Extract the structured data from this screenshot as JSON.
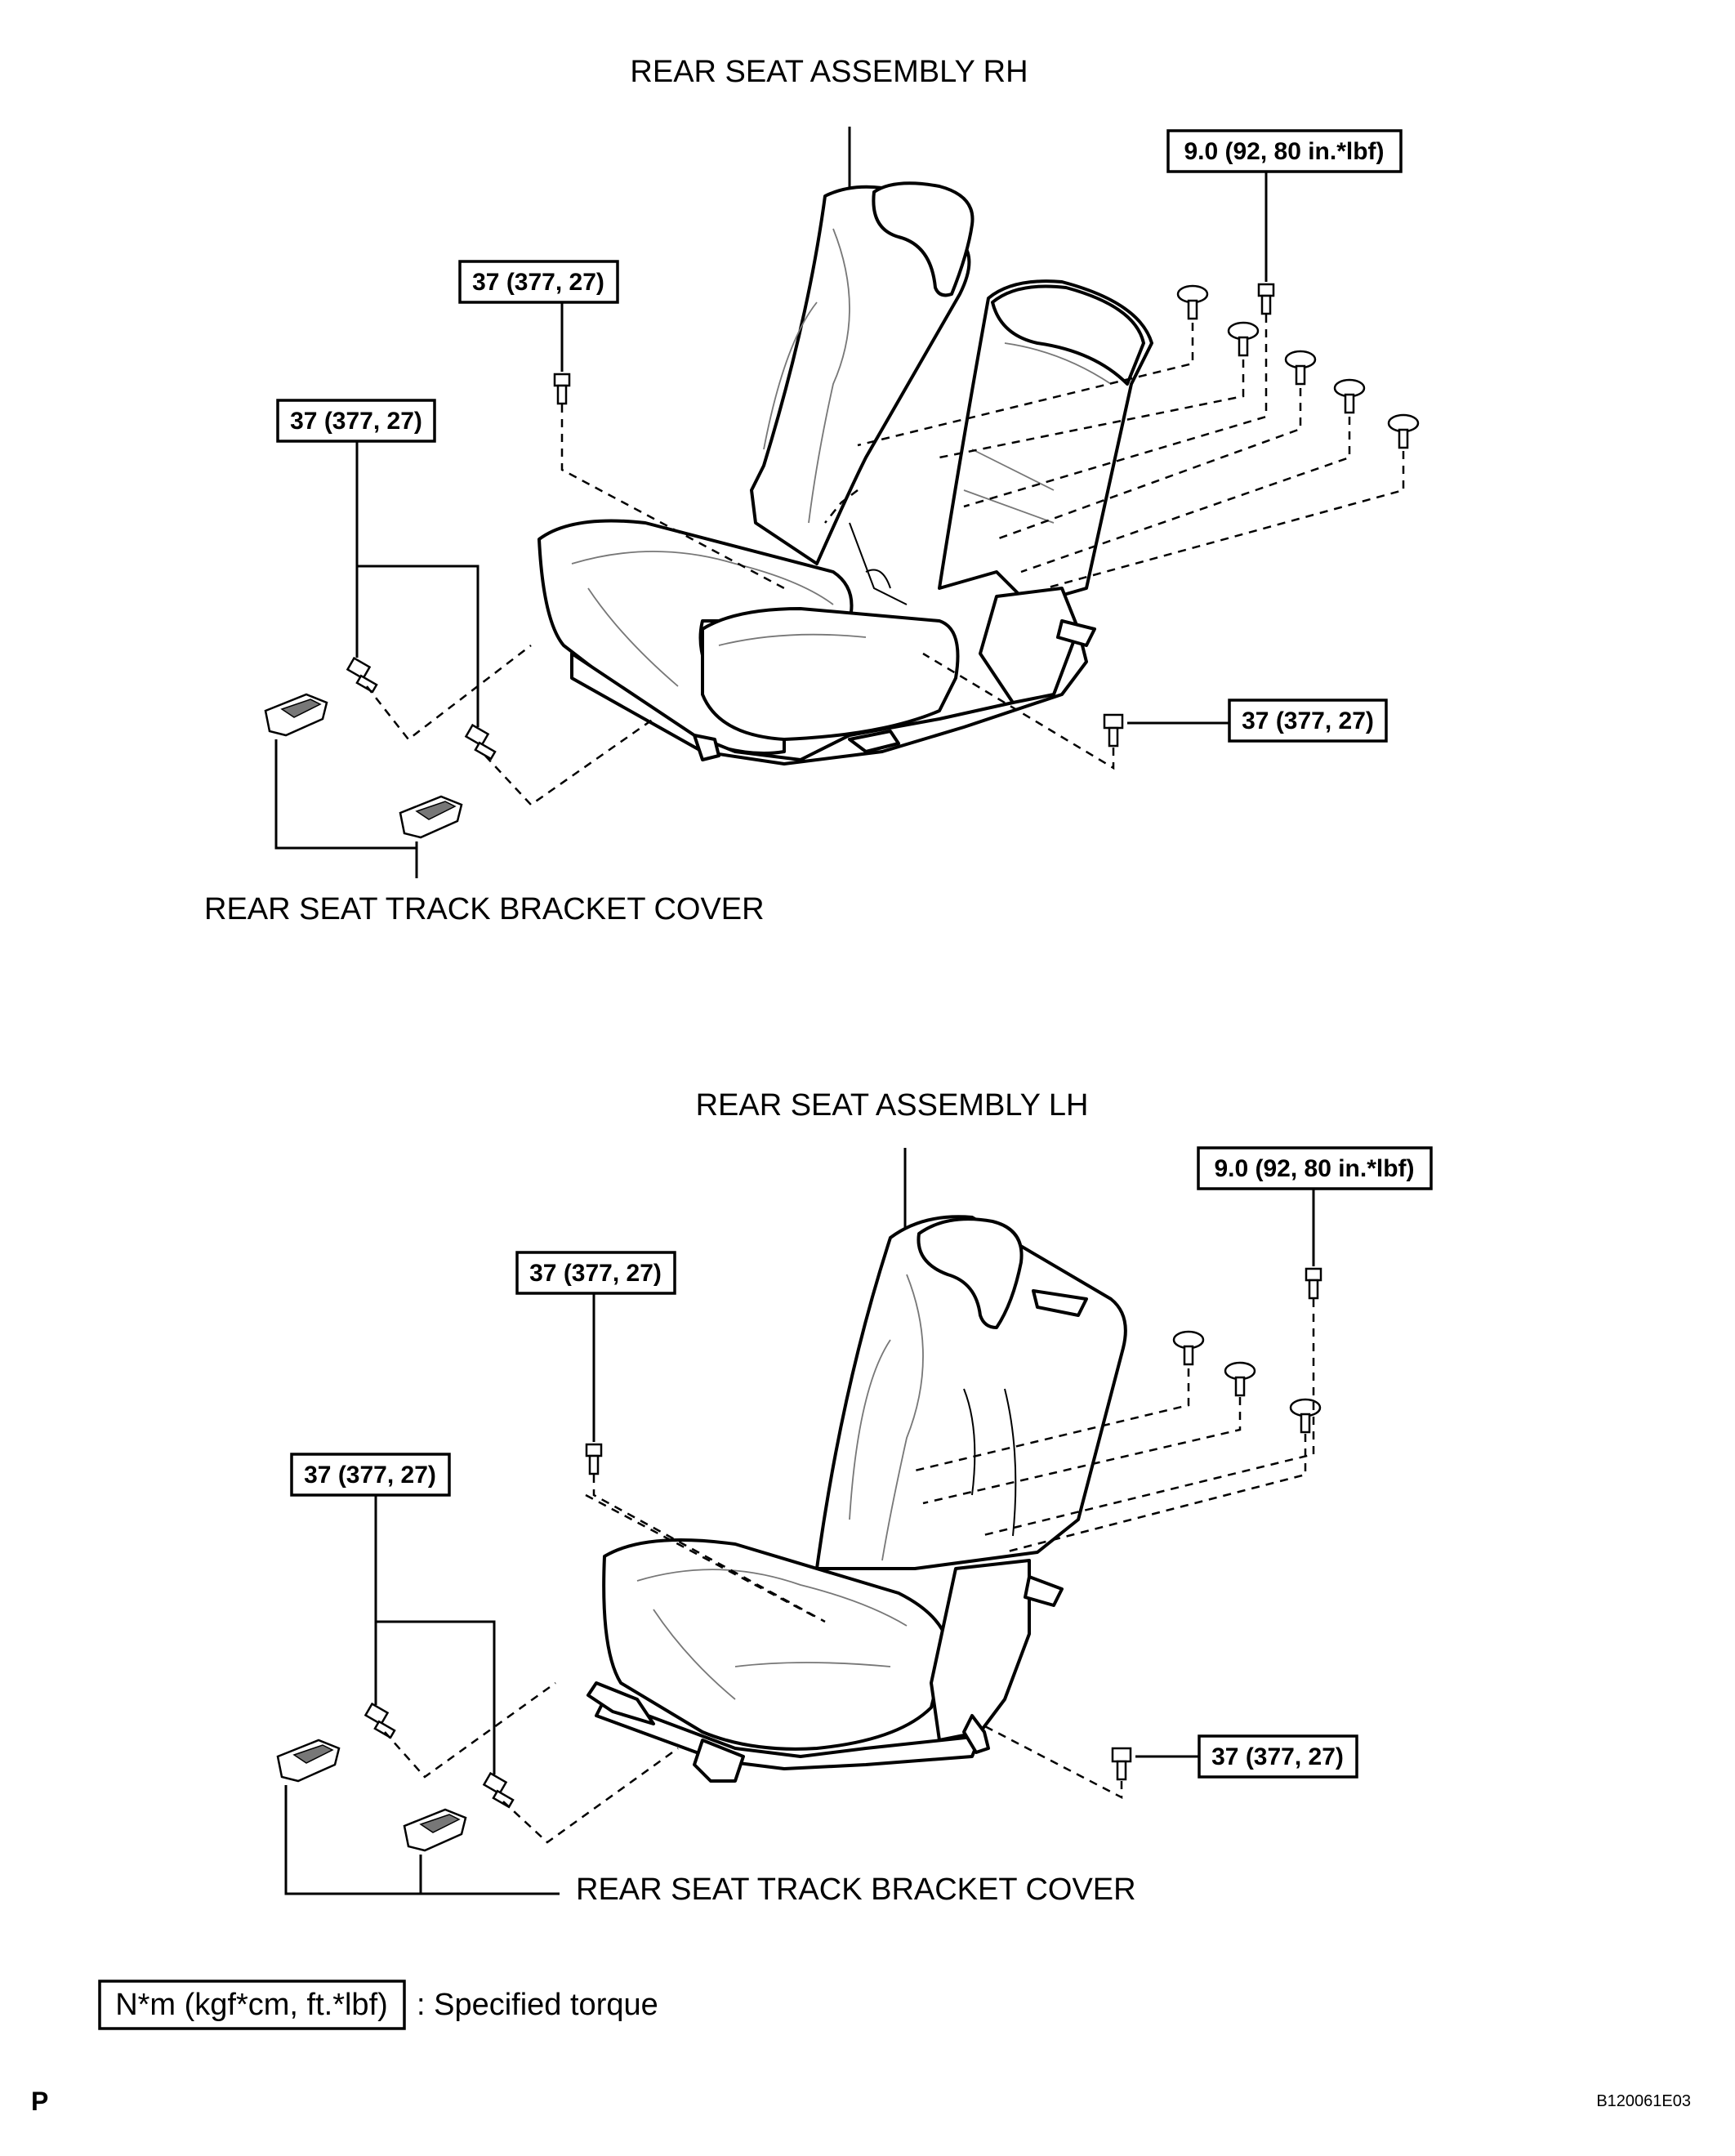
{
  "diagrams": [
    {
      "title": "REAR SEAT ASSEMBLY RH",
      "torque_labels": {
        "top_right": "9.0 (92, 80 in.*lbf)",
        "mid_top": "37 (377, 27)",
        "left": "37 (377, 27)",
        "right": "37 (377, 27)"
      },
      "cover_label": "REAR SEAT TRACK BRACKET COVER"
    },
    {
      "title": "REAR SEAT ASSEMBLY LH",
      "torque_labels": {
        "top_right": "9.0 (92, 80 in.*lbf)",
        "mid_top": "37 (377, 27)",
        "left": "37 (377, 27)",
        "right": "37 (377, 27)"
      },
      "cover_label": "REAR SEAT TRACK BRACKET COVER"
    }
  ],
  "legend": {
    "unit_box": "N*m (kgf*cm, ft.*lbf)",
    "description": ": Specified torque"
  },
  "footer": {
    "corner_mark": "P",
    "figure_id": "B120061E03"
  }
}
